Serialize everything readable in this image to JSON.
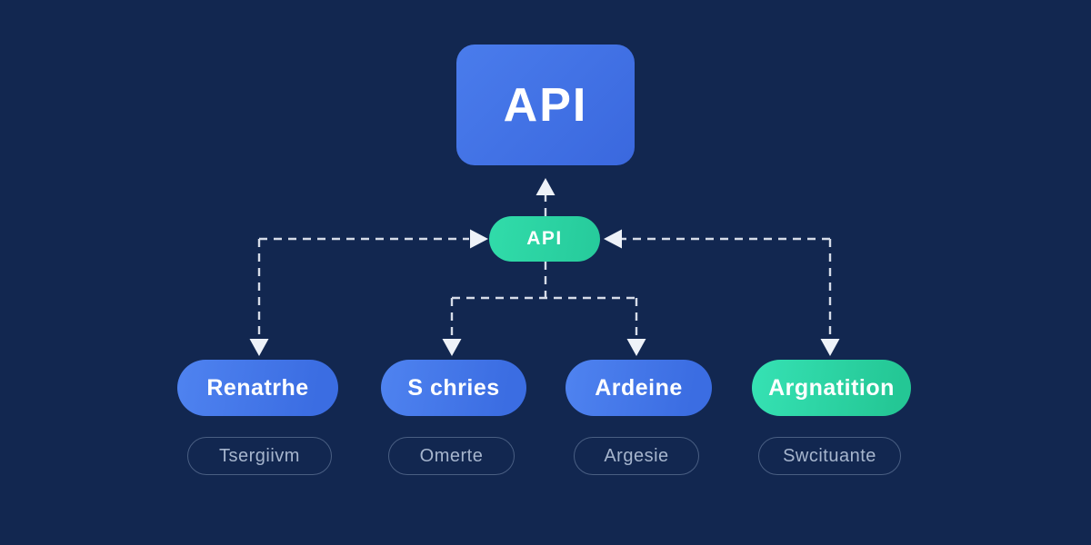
{
  "diagram": {
    "title_box": {
      "label": "API"
    },
    "hub": {
      "label": "API"
    },
    "nodes": [
      {
        "label": "Renatrhe",
        "sublabel": "Tsergiivm",
        "color": "#4478ea"
      },
      {
        "label": "S chries",
        "sublabel": "Omerte",
        "color": "#4478ea"
      },
      {
        "label": "Ardeine",
        "sublabel": "Argesie",
        "color": "#4478ea"
      },
      {
        "label": "Argnatition",
        "sublabel": "Swcituante",
        "color": "#2dd8a8"
      }
    ],
    "colors": {
      "background": "#122750",
      "primary_blue": "#3e6ee2",
      "accent_teal": "#2bd6a4",
      "connector_line": "#d6dce8",
      "arrowhead": "#eef2f8",
      "node_text": "#ffffff",
      "sublabel_text": "#a6b5cd",
      "sublabel_border": "#3c5278"
    }
  }
}
